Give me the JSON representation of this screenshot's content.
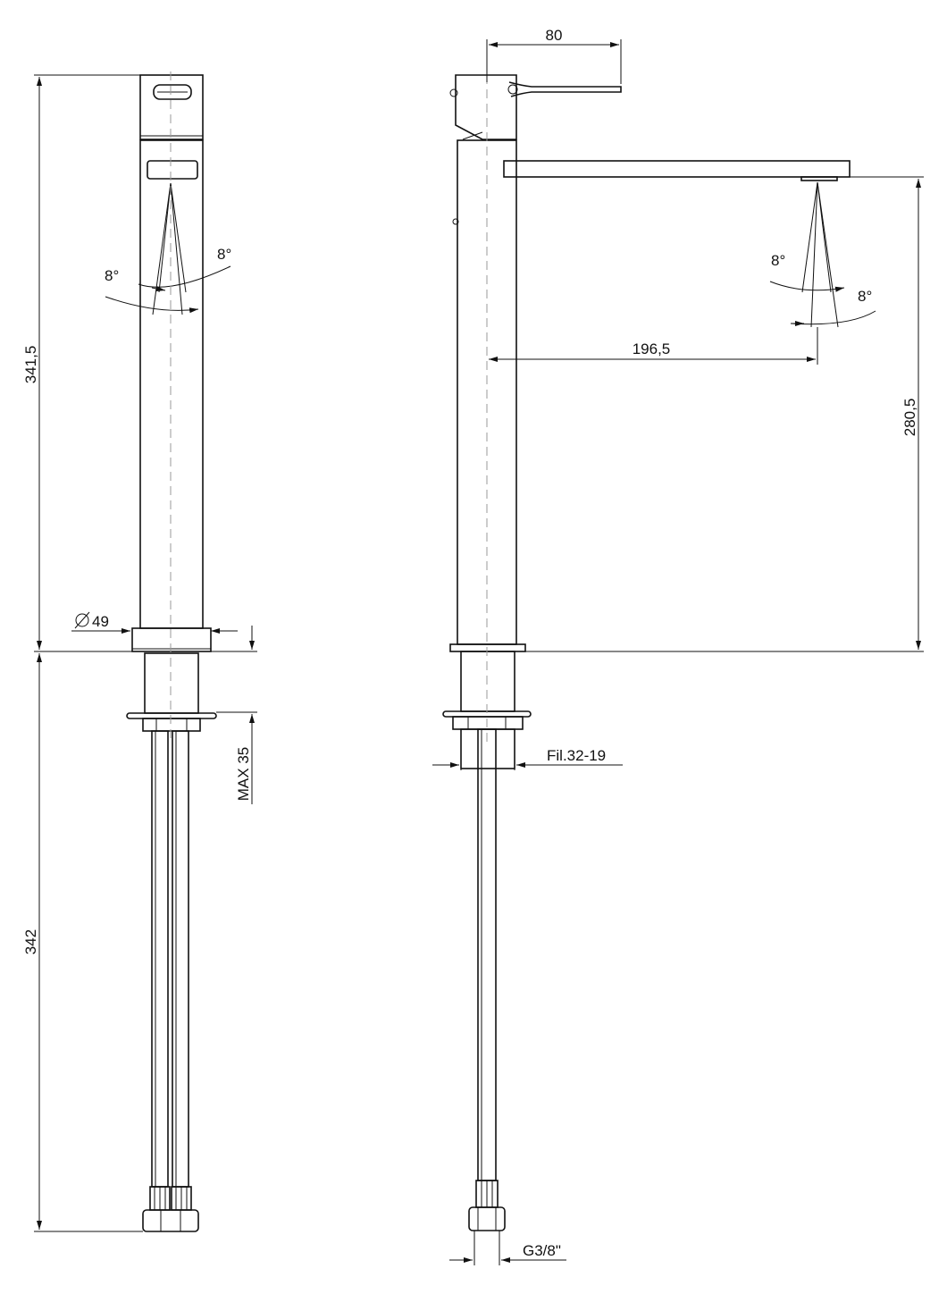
{
  "dimensions": {
    "overall_height_upper": "341,5",
    "overall_height_lower": "342",
    "base_diameter": "49",
    "max_thickness": "MAX 35",
    "handle_length": "80",
    "spout_reach": "196,5",
    "spout_height": "280,5",
    "thread_fixing": "Fil.32-19",
    "connection_thread": "G3/8\""
  },
  "symbols": {
    "diameter": "diameter-symbol",
    "angle_left": "8°",
    "angle_right": "8°"
  }
}
